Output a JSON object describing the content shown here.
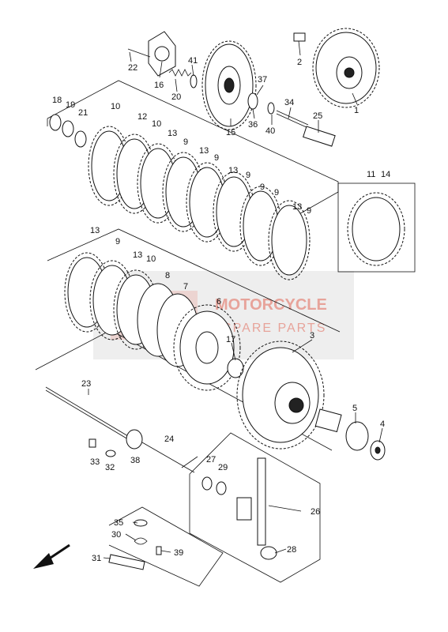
{
  "callouts": [
    {
      "id": "p22",
      "text": "22"
    },
    {
      "id": "p16",
      "text": "16"
    },
    {
      "id": "p41",
      "text": "41"
    },
    {
      "id": "p20",
      "text": "20"
    },
    {
      "id": "p2",
      "text": "2"
    },
    {
      "id": "p37",
      "text": "37"
    },
    {
      "id": "p15",
      "text": "15"
    },
    {
      "id": "p36",
      "text": "36"
    },
    {
      "id": "p40",
      "text": "40"
    },
    {
      "id": "p34",
      "text": "34"
    },
    {
      "id": "p1",
      "text": "1"
    },
    {
      "id": "p25",
      "text": "25"
    },
    {
      "id": "p18",
      "text": "18"
    },
    {
      "id": "p19",
      "text": "19"
    },
    {
      "id": "p21",
      "text": "21"
    },
    {
      "id": "p10a",
      "text": "10"
    },
    {
      "id": "p12",
      "text": "12"
    },
    {
      "id": "p10b",
      "text": "10"
    },
    {
      "id": "p13a",
      "text": "13"
    },
    {
      "id": "p9a",
      "text": "9"
    },
    {
      "id": "p13b",
      "text": "13"
    },
    {
      "id": "p9b",
      "text": "9"
    },
    {
      "id": "p13c",
      "text": "13"
    },
    {
      "id": "p9c",
      "text": "9"
    },
    {
      "id": "p9d",
      "text": "9"
    },
    {
      "id": "p9e",
      "text": "9"
    },
    {
      "id": "p13d",
      "text": "13"
    },
    {
      "id": "p9f",
      "text": "9"
    },
    {
      "id": "p11",
      "text": "11"
    },
    {
      "id": "p14",
      "text": "14"
    },
    {
      "id": "p13e",
      "text": "13"
    },
    {
      "id": "p9g",
      "text": "9"
    },
    {
      "id": "p13f",
      "text": "13"
    },
    {
      "id": "p10c",
      "text": "10"
    },
    {
      "id": "p8",
      "text": "8"
    },
    {
      "id": "p7",
      "text": "7"
    },
    {
      "id": "p6",
      "text": "6"
    },
    {
      "id": "p17",
      "text": "17"
    },
    {
      "id": "p3",
      "text": "3"
    },
    {
      "id": "p23",
      "text": "23"
    },
    {
      "id": "p5",
      "text": "5"
    },
    {
      "id": "p4",
      "text": "4"
    },
    {
      "id": "p24",
      "text": "24"
    },
    {
      "id": "p33",
      "text": "33"
    },
    {
      "id": "p32",
      "text": "32"
    },
    {
      "id": "p38",
      "text": "38"
    },
    {
      "id": "p27",
      "text": "27"
    },
    {
      "id": "p29",
      "text": "29"
    },
    {
      "id": "p26",
      "text": "26"
    },
    {
      "id": "p35",
      "text": "35"
    },
    {
      "id": "p30",
      "text": "30"
    },
    {
      "id": "p39",
      "text": "39"
    },
    {
      "id": "p31",
      "text": "31"
    },
    {
      "id": "p28",
      "text": "28"
    }
  ],
  "watermark": {
    "title": "MOTORCYCLE",
    "subtitle": "SPARE PARTS"
  },
  "colors": {
    "line": "#111111",
    "watermark": "#e7a39a",
    "watermark_box": "#d9d9d9",
    "background": "#ffffff"
  },
  "icons": {
    "direction_arrow": "front-direction-arrow-icon"
  }
}
